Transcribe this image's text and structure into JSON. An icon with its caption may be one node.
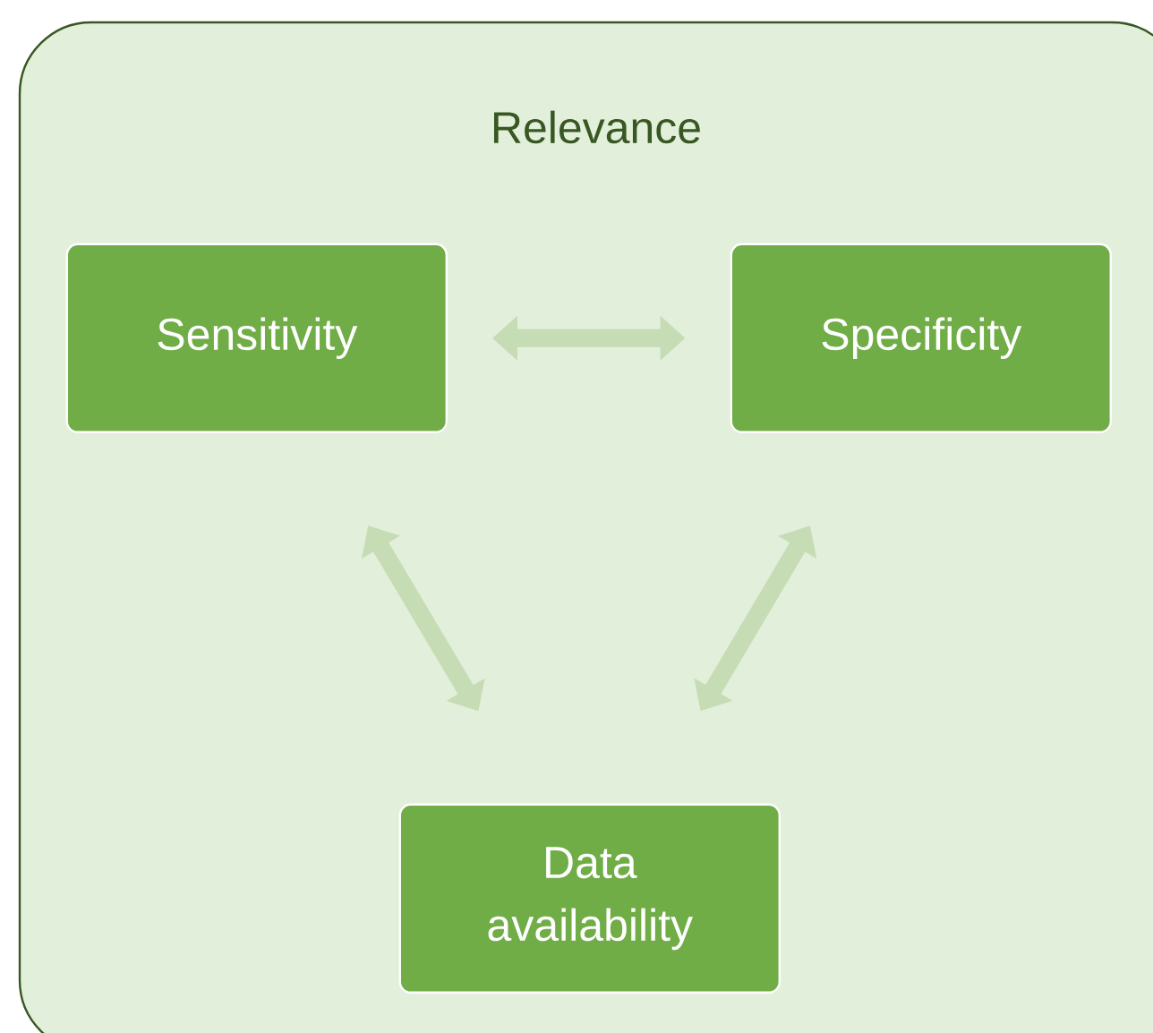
{
  "diagram": {
    "nodes": [
      {
        "text": [
          "Relevance"
        ]
      },
      {
        "text": [
          "Sensitivity"
        ],
        "in": 0
      },
      {
        "text": [
          "Specificity"
        ],
        "in": 0
      },
      {
        "text": [
          "Data availability"
        ],
        "in": 0
      }
    ],
    "edges": [
      {
        "from": 1,
        "to": 2,
        "arrow": "both"
      },
      {
        "from": 1,
        "to": 3,
        "arrow": "both"
      },
      {
        "from": 2,
        "to": 3,
        "arrow": "both"
      }
    ]
  }
}
